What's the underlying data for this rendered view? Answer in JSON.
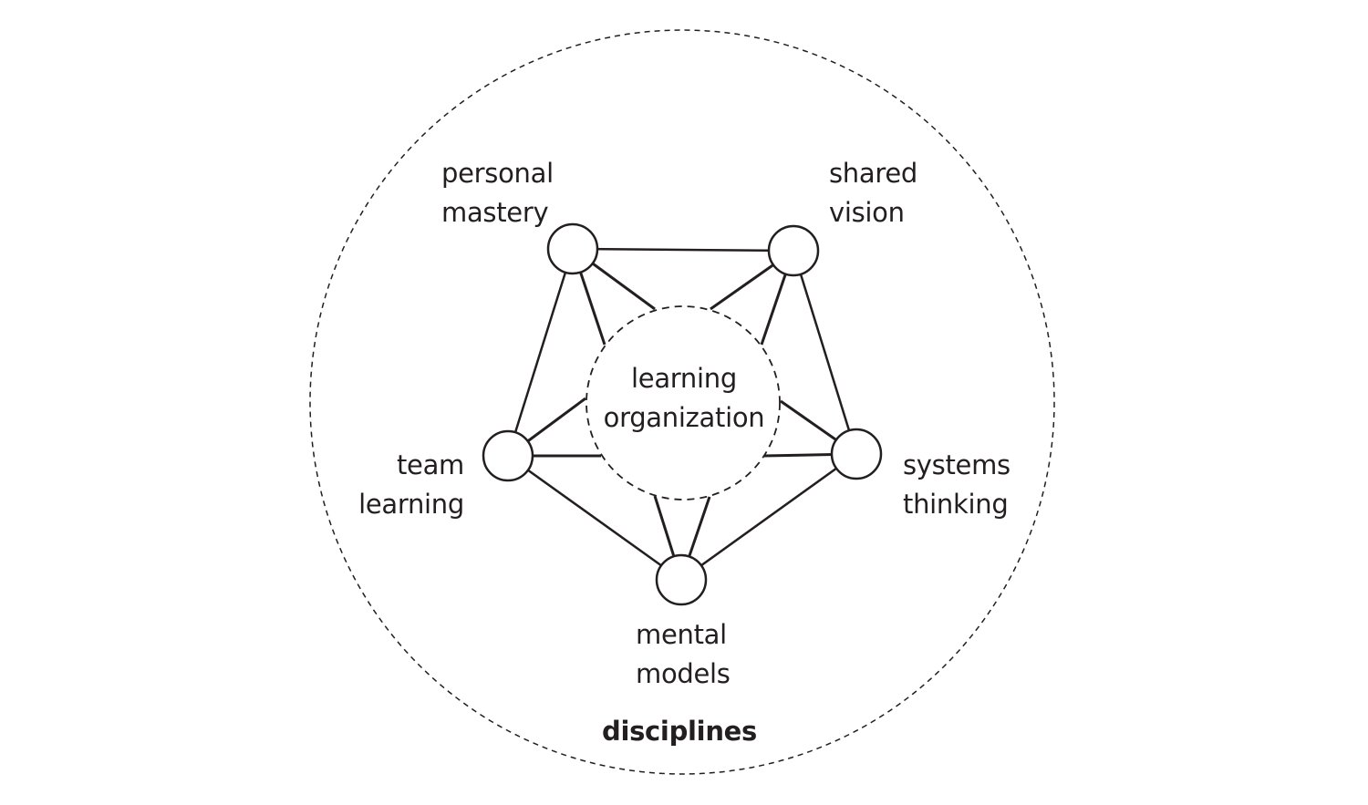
{
  "diagram": {
    "center_label_line1": "learning",
    "center_label_line2": "organization",
    "outer_label": "disciplines",
    "nodes": [
      {
        "id": "personal-mastery",
        "line1": "personal",
        "line2": "mastery"
      },
      {
        "id": "shared-vision",
        "line1": "shared",
        "line2": "vision"
      },
      {
        "id": "systems-thinking",
        "line1": "systems",
        "line2": "thinking"
      },
      {
        "id": "mental-models",
        "line1": "mental",
        "line2": "models"
      },
      {
        "id": "team-learning",
        "line1": "team",
        "line2": "learning"
      }
    ],
    "colors": {
      "stroke": "#231f20",
      "background": "#ffffff"
    }
  }
}
